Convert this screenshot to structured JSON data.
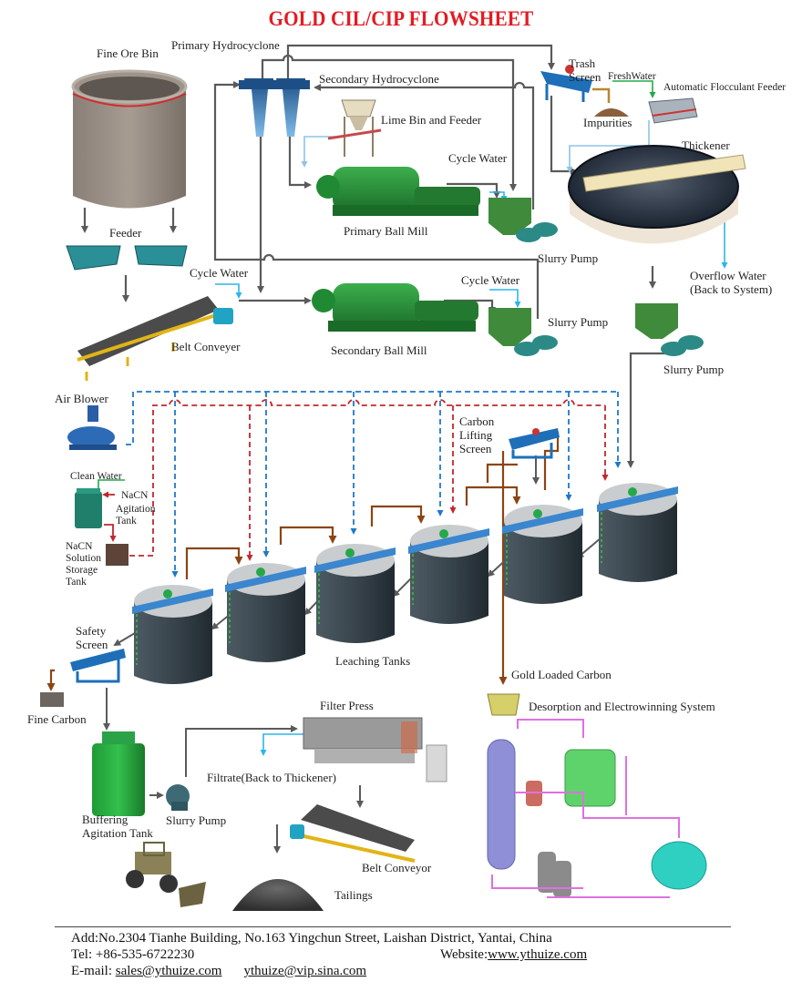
{
  "title": "GOLD CIL/CIP FLOWSHEET",
  "colors": {
    "title": "#e31b23",
    "slurry_flow": "#5a5a5a",
    "water_flow": "#2cb6e8",
    "lime_water": "#8fc3e8",
    "fresh_water": "#25a84a",
    "air_line": "#1f78c8",
    "nacn_line": "#c0272d",
    "carbon_line": "#8b4513",
    "pipe_magenta": "#e070e0"
  },
  "equipment": {
    "fine_ore_bin": "Fine Ore Bin",
    "primary_hydrocyclone": "Primary Hydrocyclone",
    "secondary_hydrocyclone": "Secondary Hydrocyclone",
    "lime_bin": "Lime Bin and Feeder",
    "trash_screen": "Trash\nScreen",
    "fresh_water": "FreshWater",
    "flocculant_feeder": "Automatic Flocculant Feeder",
    "impurities": "Impurities",
    "thickener": "Thickener",
    "cycle_water_1": "Cycle Water",
    "cycle_water_2": "Cycle Water",
    "cycle_water_3": "Cycle Water",
    "primary_ball_mill": "Primary Ball Mill",
    "slurry_pump_1": "Slurry Pump",
    "slurry_pump_2": "Slurry Pump",
    "slurry_pump_3": "Slurry Pump",
    "slurry_pump_4": "Slurry Pump",
    "overflow_water": "Overflow Water\n(Back to System)",
    "feeder": "Feeder",
    "belt_conveyer": "Belt Conveyer",
    "secondary_ball_mill": "Secondary Ball Mill",
    "air_blower": "Air Blower",
    "carbon_lifting_screen": "Carbon\nLifting\nScreen",
    "clean_water": "Clean Water",
    "nacn": "NaCN",
    "nacn_agitation_tank": "Agitation\nTank",
    "nacn_storage_tank": "NaCN\nSolution\nStorage\nTank",
    "safety_screen": "Safety\nScreen",
    "leaching_tanks": "Leaching Tanks",
    "gold_loaded_carbon": "Gold Loaded Carbon",
    "desorption_system": "Desorption and Electrowinning System",
    "fine_carbon": "Fine Carbon",
    "filter_press": "Filter Press",
    "filtrate": "Filtrate(Back to Thickener)",
    "buffering_tank": "Buffering\nAgitation Tank",
    "belt_conveyor": "Belt Conveyor",
    "tailings": "Tailings"
  },
  "footer": {
    "address": "Add:No.2304 Tianhe Building, No.163 Yingchun Street, Laishan District, Yantai, China",
    "tel": "Tel: +86-535-6722230",
    "website_label": "Website:",
    "website": "www.ythuize.com",
    "email_label": "E-mail: ",
    "email_1": "sales@ythuize.com",
    "email_2": "ythuize@vip.sina.com"
  }
}
